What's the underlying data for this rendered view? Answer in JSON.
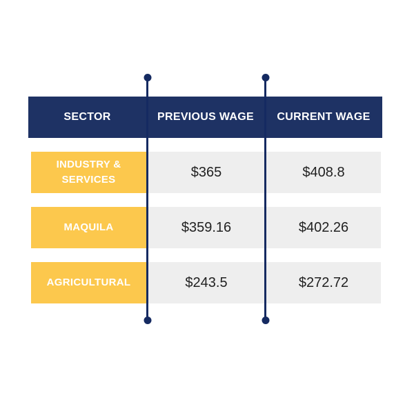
{
  "colors": {
    "page_bg": "#ffffff",
    "header_bg": "#1e3264",
    "accent_line": "#152a61",
    "sector_bg": "#fcc84d",
    "value_bg": "#eeeeee",
    "header_text": "#ffffff",
    "sector_text": "#ffffff",
    "value_text": "#212121"
  },
  "table": {
    "headers": [
      {
        "label": "SECTOR"
      },
      {
        "label": "PREVIOUS WAGE"
      },
      {
        "label": "CURRENT WAGE"
      }
    ],
    "rows": [
      {
        "sector": "INDUSTRY & SERVICES",
        "previous_wage": "$365",
        "current_wage": "$408.8"
      },
      {
        "sector": "MAQUILA",
        "previous_wage": "$359.16",
        "current_wage": "$402.26"
      },
      {
        "sector": "AGRICULTURAL",
        "previous_wage": "$243.5",
        "current_wage": "$272.72"
      }
    ]
  },
  "chart_data": {
    "type": "table",
    "columns": [
      "SECTOR",
      "PREVIOUS WAGE",
      "CURRENT WAGE"
    ],
    "rows": [
      [
        "INDUSTRY & SERVICES",
        "$365",
        "$408.8"
      ],
      [
        "MAQUILA",
        "$359.16",
        "$402.26"
      ],
      [
        "AGRICULTURAL",
        "$243.5",
        "$272.72"
      ]
    ],
    "values": {
      "previous_wage": [
        365,
        359.16,
        243.5
      ],
      "current_wage": [
        408.8,
        402.26,
        272.72
      ]
    },
    "title": "",
    "legend_position": "none",
    "grid": false
  }
}
